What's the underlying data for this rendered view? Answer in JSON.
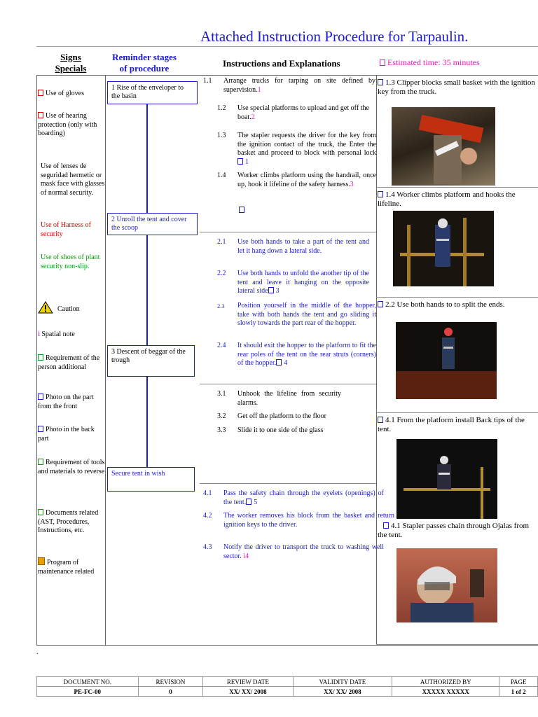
{
  "title": "Attached Instruction Procedure for Tarpaulin.",
  "headers": {
    "signs_line1": "Signs",
    "signs_line2": "Specials",
    "stages_line1": "Reminder stages",
    "stages_line2": "of procedure",
    "instructions": "Instructions and Explanations",
    "estimated_time": "Estimated time: 35 minutes"
  },
  "signs": [
    {
      "text": "Use of gloves",
      "color": "#000000",
      "icon": "red-square-icon"
    },
    {
      "text": "Use of hearing protection (only with boarding)",
      "color": "#000000",
      "icon": "red-square-icon"
    },
    {
      "text": "Use of lenses de seguridad hermetic or mask face with glasses of normal security.",
      "color": "#000000",
      "icon": "none"
    },
    {
      "text": "Use of Harness of security",
      "color": "#e00000",
      "icon": "none"
    },
    {
      "text": "Use of shoes of plant security non-slip.",
      "color": "#00a000",
      "icon": "none"
    },
    {
      "text": "Caution",
      "color": "#000000",
      "icon": "warning-triangle-icon"
    },
    {
      "text": "Spatial note",
      "color": "#000000",
      "icon": "info-icon"
    },
    {
      "text": "Requirement of the person additional",
      "color": "#000000",
      "icon": "green-square-icon"
    },
    {
      "text": "Photo on the part from the front",
      "color": "#000000",
      "icon": "blue-square-icon"
    },
    {
      "text": "Photo in the back part",
      "color": "#000000",
      "icon": "blue-square-icon"
    },
    {
      "text": "Requirement of tools and materials to reverse",
      "color": "#000000",
      "icon": "green-square-icon"
    },
    {
      "text": "Documents related (AST, Procedures, Instructions, etc.",
      "color": "#000000",
      "icon": "green-square-icon"
    },
    {
      "text": "Program of maintenance related",
      "color": "#000000",
      "icon": "calendar-icon"
    }
  ],
  "stages": [
    {
      "label": "1 Rise of the enveloper to the basin"
    },
    {
      "label": "2 Unroll the tent and cover the scoop"
    },
    {
      "label": "3 Descent of beggar of the trough"
    },
    {
      "label": "Secure tent in wish"
    }
  ],
  "instructions": [
    {
      "num": "1.1",
      "text": "Arrange trucks for tarping on site defined by supervision.",
      "ref": "1"
    },
    {
      "num": "1.2",
      "text": "Use special platforms to upload and get off the boat.",
      "ref": "2"
    },
    {
      "num": "1.3",
      "text": "The stapler requests the driver for the key from the ignition contact of the truck, the Enter the basket and proceed to block with personal lock",
      "ref": "1"
    },
    {
      "num": "1.4",
      "text": "Worker climbs platform using the handrail, once up, hook it lifeline of the safety harness.",
      "ref": "3"
    },
    {
      "num": "2.1",
      "text": "Use both hands to take a part of the tent and let it hang down a lateral side.",
      "ref": ""
    },
    {
      "num": "2.2",
      "text": "Use both hands to unfold the another tip of the tent and leave it hanging on the opposite lateral side",
      "ref": "3"
    },
    {
      "num": "2.3",
      "text": "Position yourself in the middle of the hopper, take with both hands the tent and go sliding it slowly towards the part rear of the hopper.",
      "ref": ""
    },
    {
      "num": "2.4",
      "text": "It should exit the hopper to the platform to fit the rear poles of the tent on the rear struts (corners) of the hopper.",
      "ref": "4"
    },
    {
      "num": "3.1",
      "text": "Unhook the lifeline from security alarms.",
      "ref": ""
    },
    {
      "num": "3.2",
      "text": "Get off the platform to the floor",
      "ref": ""
    },
    {
      "num": "3.3",
      "text": "Slide it to one side of the glass",
      "ref": ""
    },
    {
      "num": "4.1",
      "text": "Pass the safety chain through the eyelets (openings) of the tent.",
      "ref": "5"
    },
    {
      "num": "4.2",
      "text": "The worker removes his block from the basket and return the truck ignition keys to the driver.",
      "ref": ""
    },
    {
      "num": "4.3",
      "text": "Notify the driver to transport the truck to washing well sector.",
      "ref": "i4"
    }
  ],
  "photos": [
    {
      "caption": "1.3 Clipper blocks small basket with the ignition key from the truck."
    },
    {
      "caption": "1.4 Worker climbs platform and hooks the lifeline."
    },
    {
      "caption": "2.2 Use both hands to to split the ends."
    },
    {
      "caption": "4.1 From the platform install Back tips of the tent."
    },
    {
      "caption": "4.1 Stapler passes chain through Ojalas from the tent."
    }
  ],
  "footer": {
    "headers": [
      "DOCUMENT NO.",
      "REVISION",
      "REVIEW DATE",
      "VALIDITY DATE",
      "AUTHORIZED BY",
      "PAGE"
    ],
    "values": [
      "PE-FC-00",
      "0",
      "XX/ XX/ 2008",
      "XX/ XX/ 2008",
      "XXXXX   XXXXX",
      "1 of 2"
    ]
  },
  "colors": {
    "blue": "#1a1ad0",
    "magenta": "#e01ab4",
    "red": "#e00000",
    "green": "#00a000"
  }
}
